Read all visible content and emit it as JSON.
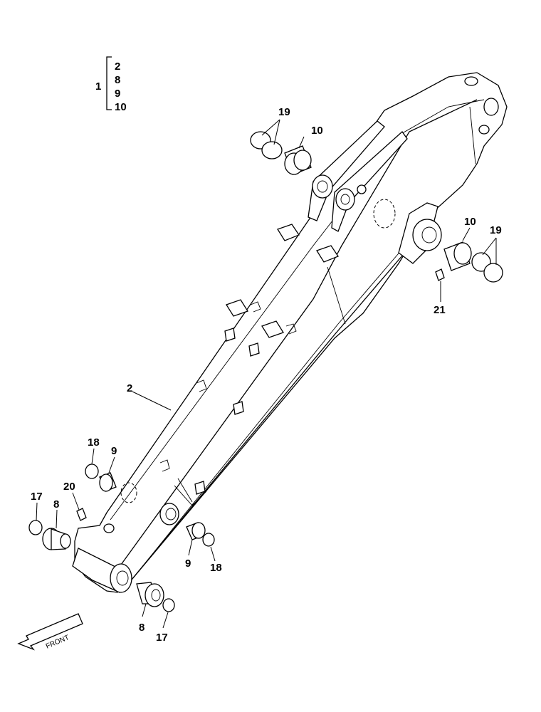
{
  "legend": {
    "assembly": "1",
    "components": [
      "2",
      "8",
      "9",
      "10"
    ]
  },
  "callouts": {
    "arm": "2",
    "bushing_top": "10",
    "shims_top": "19",
    "bushing_right": "10",
    "shims_right": "19",
    "grease_fitting_right": "21",
    "shim_left_upper": "18",
    "bushing_left_upper": "9",
    "grease_fitting_left": "20",
    "ring_left": "17",
    "flange_left": "8",
    "bushing_lower": "9",
    "shim_lower": "18",
    "flange_lower": "8",
    "ring_lower": "17"
  },
  "front_arrow": {
    "label": "FRONT"
  }
}
